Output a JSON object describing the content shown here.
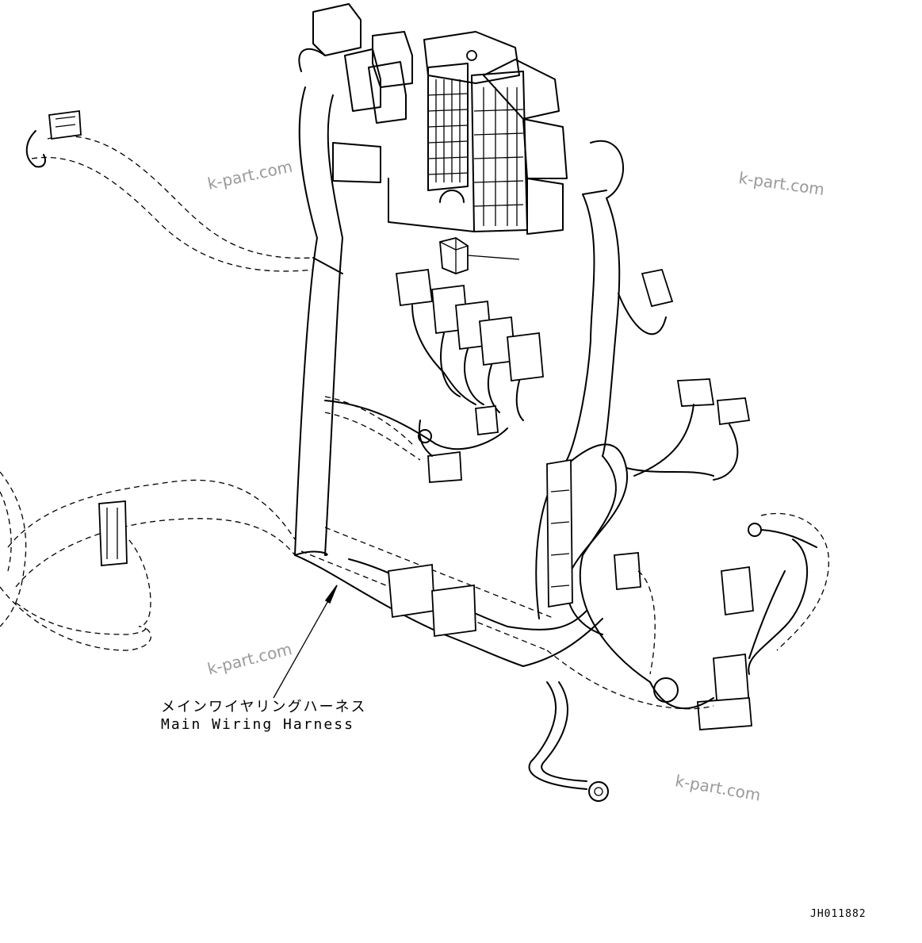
{
  "callout": {
    "label_jp": "メインワイヤリングハーネス",
    "label_en": "Main Wiring Harness"
  },
  "drawing_code": "JH011882",
  "watermarks": [
    "k-part.com",
    "k-part.com",
    "k-part.com",
    "k-part.com"
  ]
}
